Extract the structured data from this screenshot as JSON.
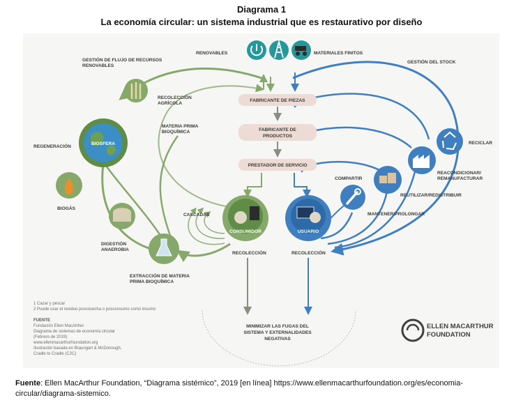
{
  "title": "Diagrama 1",
  "subtitle": "La economía circular: un sistema industrial que es restaurativo por diseño",
  "diagram": {
    "top": {
      "renewables": "RENOVABLES",
      "finite": "MATERIALES FINITOS"
    },
    "left": {
      "flow_mgmt_1": "GESTIÓN DE FLUJO DE RECURSOS",
      "flow_mgmt_2": "RENOVABLES",
      "harvest_1": "RECOLECCIÓN",
      "harvest_2": "AGRÍCOLA",
      "biochem_1": "MATERIA PRIMA",
      "biochem_2": "BIOQUÍMICA",
      "regeneration": "REGENERACIÓN",
      "biosphere": "BIOSFERA",
      "biogas": "BIOGÁS",
      "anaerobic_1": "DIGESTIÓN",
      "anaerobic_2": "ANAEROBIA",
      "extraction_1": "EXTRACCIÓN DE MATERIA",
      "extraction_2": "PRIMA BIOQUÍMICA",
      "cascades": "CASCADAS",
      "consumer": "CONSUMIDOR",
      "collection_left": "RECOLECCIÓN"
    },
    "center": {
      "parts": "FABRICANTE DE PIEZAS",
      "product_1": "FABRICANTE DE",
      "product_2": "PRODUCTOS",
      "service": "PRESTADOR DE SERVICIO"
    },
    "right": {
      "stock": "GESTIÓN DEL STOCK",
      "recycle": "RECICLAR",
      "refurbish_1": "REACONDICIONAR/",
      "refurbish_2": "REMANUFACTURAR",
      "reuse": "REUTILIZAR/REDISTRIBUIR",
      "maintain": "MANTENER/PROLONGAR",
      "share": "COMPARTIR",
      "user": "USUARIO",
      "collection_right": "RECOLECCIÓN"
    },
    "bottom": {
      "minimize_1": "MINIMIZAR LAS FUGAS DEL",
      "minimize_2": "SISTEMA Y EXTERNALIDADES",
      "minimize_3": "NEGATIVAS"
    },
    "notes": {
      "n1": "1 Cazar y pescar",
      "n2": "2 Puede usar el residuo poscosecha o posconsumo como insumo",
      "src_head": "FUENTE",
      "src1": "Fundación Ellen MacArthur",
      "src2": "Diagrama de sistemas de economía circular",
      "src3": "(Febrero de 2019)",
      "src4": "www.ellenmacarthurfoundation.org",
      "src5": "Ilustración basada en Braungart & McDonough,",
      "src6": "Cradle to Cradle (C2C)"
    },
    "logo": {
      "line1": "ELLEN MACARTHUR",
      "line2": "FOUNDATION"
    },
    "colors": {
      "green": "#86a86a",
      "green_dark": "#5f8c47",
      "blue": "#3f7fc0",
      "blue_dark": "#2f6aa8",
      "teal": "#27989a",
      "pill": "#ecdcd5",
      "flow_gray": "#8c8c82"
    },
    "icons": {
      "renewables": "power-icon",
      "finite_oil": "oil-derrick-icon",
      "finite_mining": "mining-truck-icon",
      "harvest": "wheat-icon",
      "biosphere": "globe-icon",
      "biogas": "flame-icon",
      "anaerobic": "digester-icon",
      "extraction": "flask-icon",
      "consumer": "food-icon",
      "user": "monitor-icon",
      "share": "wrench-icon",
      "maintain": "boxes-icon",
      "refurbish": "factory-icon",
      "recycle": "recycle-icon"
    }
  },
  "footer": {
    "label": "Fuente",
    "text": ": Ellen MacArthur Foundation, “Diagrama sistémico”, 2019 [en línea] https://www.ellenmacarthurfoundation.org/es/economia-circular/diagrama-sistemico."
  }
}
